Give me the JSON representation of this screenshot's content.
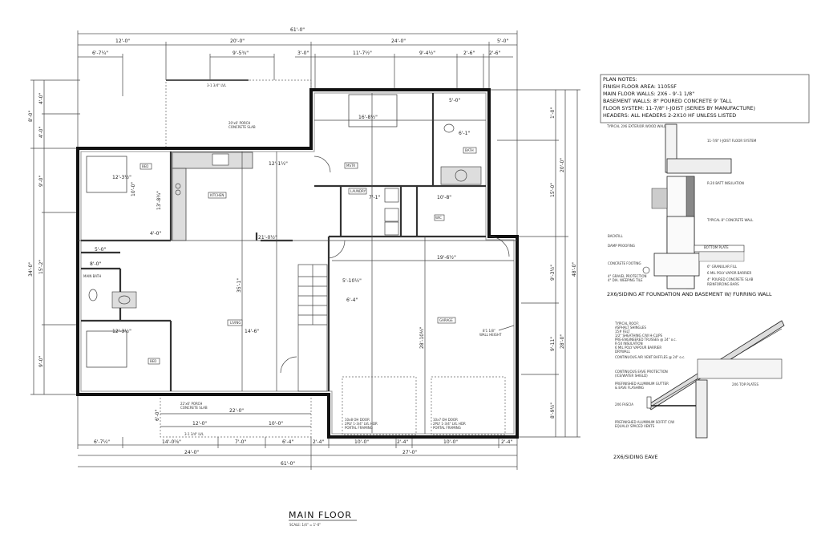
{
  "title": {
    "main": "MAIN FLOOR",
    "scale": "SCALE: 1/4\" = 1'-0\""
  },
  "plan_notes": [
    "PLAN NOTES:",
    "FINISH FLOOR AREA: 1105SF",
    "MAIN FLOOR WALLS: 2X6 - 9'-1 1/8\"",
    "BASEMENT WALLS: 8\" POURED CONCRETE 9' TALL",
    "FLOOR SYSTEM: 11-7/8\" I-JOIST (SERIES BY MANUFACTURE)",
    "HEADERS: ALL HEADERS 2-2X10 HF UNLESS LISTED"
  ],
  "dims_top": {
    "overall": "61'-0\"",
    "row2": [
      "12'-0\"",
      "20'-0\"",
      "24'-0\"",
      "5'-0\""
    ],
    "row3": [
      "6'-7¼\"",
      "9'-5¾\"",
      "3'-0\"",
      "11'-7½\"",
      "9'-4½\"",
      "2'-6\"",
      "2'-6\""
    ]
  },
  "dims_left": {
    "outer": [
      "8'-0\"",
      "34'-0\""
    ],
    "inner": [
      "4'-0\"",
      "4'-0\"",
      "9'-0\"",
      "15'-2\"",
      "9'-0\""
    ]
  },
  "dims_right": {
    "outer": "48'-0\"",
    "mid": [
      "20'-0\"",
      "28'-0\""
    ],
    "inner": [
      "1'-0\"",
      "15'-0\"",
      "9'-3½\"",
      "9'-11\"",
      "8'-9½\""
    ]
  },
  "dims_bottom": {
    "row1": [
      "6'-7¼\"",
      "14'-0⅝\"",
      "7'-0\"",
      "6'-4\"",
      "2'-4\"",
      "10'-0\"",
      "2'-4\"",
      "10'-0\"",
      "2'-4\""
    ],
    "row2": [
      "24'-0\"",
      "27'-0\""
    ],
    "overall": "61'-0\""
  },
  "rooms": {
    "bed1": "BED",
    "bed2": "BED",
    "kitchen": "KITCHEN",
    "living": "LIVING",
    "main_bath": "MAIN BATH",
    "master": "MSTR",
    "laundry": "LAUNDRY",
    "bath": "BATH",
    "wic": "WIC",
    "garage": "GARAGE"
  },
  "room_dims": {
    "bed1": "12'-3½\"",
    "bed1_v": "10'-0\"",
    "bed2": "12'-3½\"",
    "kitchen_w": "12'-1½\"",
    "kitchen_h": "13'-8¾\"",
    "living_w": "21'-0½\"",
    "living_h": "35'-1\"",
    "living_w2": "14'-6\"",
    "master_w": "16'-8½\"",
    "laundry_w": "7'-1\"",
    "bath_w": "6'-1\"",
    "bath_top": "5'-0\"",
    "wic_w": "10'-8\"",
    "garage_w": "19'-6½\"",
    "garage_h": "28'-10½\"",
    "hall1": "5'-0\"",
    "hall2": "8'-0\"",
    "hall3": "4'-0\"",
    "stair": "5'-10½\"",
    "stair2": "6'-4\""
  },
  "notes": {
    "porch_top": [
      "20'x6' PORCH",
      "CONCRETE SLAB"
    ],
    "porch_bottom": [
      "22'x6' PORCH",
      "CONCRETE SLAB"
    ],
    "porch_bottom_dims": [
      "22'-0\"",
      "12'-0\"",
      "10'-0\"",
      "6'-0\""
    ],
    "garage_door_1": [
      "10x8 OH DOOR",
      "2PLY 1-3/4\" LVL HDR",
      "PORTAL FRAMING"
    ],
    "garage_door_2": [
      "10x7 OH DOOR",
      "2PLY 1-3/4\" LVL HDR",
      "PORTAL FRAMING"
    ],
    "garage_wall": [
      "8'1 1/8\"",
      "WALL HEIGHT"
    ],
    "beam_top": "3-1 3/4\" LVL",
    "beam_bottom": "3-1 3/4\" LVL"
  },
  "detail_foundation": {
    "title": "2X6/SIDING AT FOUNDATION AND BASEMENT W/ FURRING WALL",
    "labels": [
      "TYPICAL 2X6 EXTERIOR WOOD WALL",
      "BOTTOM PLATE",
      "R-20 BATT INSULATION",
      "TYPICAL 8\" CONCRETE WALL",
      "BACKFILL",
      "DAMP PROOFING",
      "CONCRETE FOOTING",
      "4\" GRAVEL PROTECTION",
      "4\" DIA. WEEPING TILE",
      "6\" GRANULAR FILL",
      "6 MIL POLY VAPOR BARRIER",
      "4\" POURED CONCRETE SLAB",
      "REINFORCING BARS",
      "11-7/8\" I-JOIST FLOOR SYSTEM"
    ]
  },
  "detail_eave": {
    "title": "2X6/SIDING EAVE",
    "labels": [
      "TYPICAL ROOF:",
      "ASPHALT SHINGLES",
      "15# FELT",
      "1/2\" SHEATHING C/W H-CLIPS",
      "PRE-ENGINEERED TRUSSES @ 24\" o.c.",
      "R-50 INSULATION",
      "6 MIL POLY VAPOUR BARRIER",
      "DRYWALL",
      "CONTINUOUS AIR VENT BAFFLES @ 24\" o.c.",
      "CONTINUOUS EAVE PROTECTION",
      "(ICE/WATER SHIELD)",
      "PREFINISHED ALUMINUM GUTTER",
      "& EAVE FLASHING",
      "2X6 FASCIA",
      "PREFINISHED ALUMINUM SOFFIT C/W",
      "EQUALLY SPACED VENTS",
      "2X6 TOP PLATES"
    ]
  }
}
